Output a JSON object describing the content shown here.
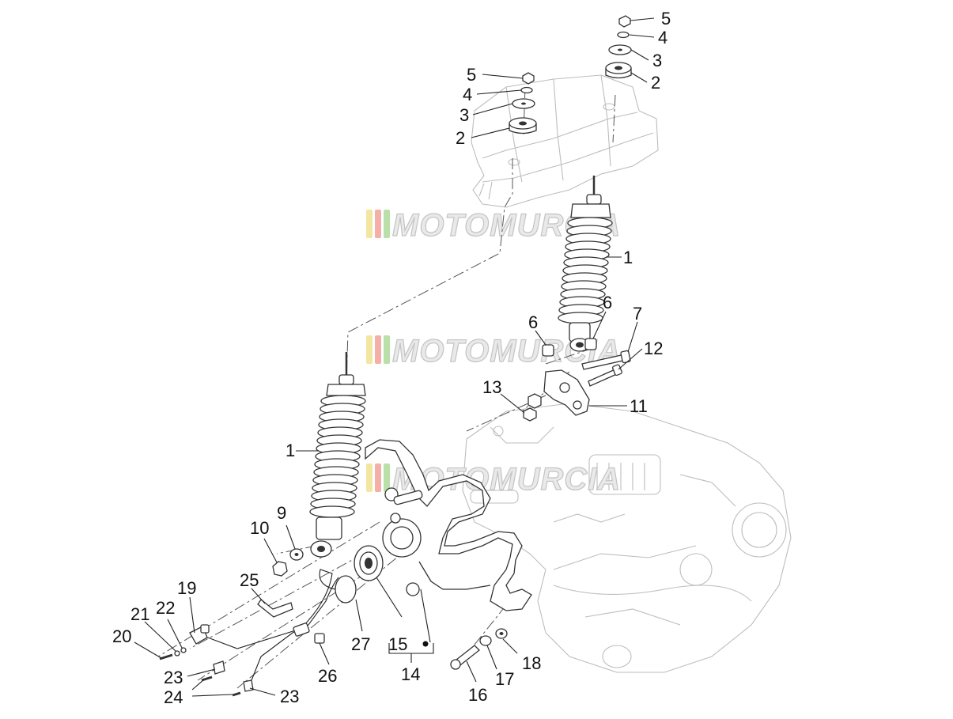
{
  "watermark": {
    "text": "MOTOMURCIA",
    "stripe_colors": [
      "#f2e6a0",
      "#f4b0a8",
      "#b9e0a8"
    ]
  },
  "callouts": [
    {
      "id": "c-5-top-right",
      "number": "5"
    },
    {
      "id": "c-4-top-right",
      "number": "4"
    },
    {
      "id": "c-3-top-right",
      "number": "3"
    },
    {
      "id": "c-2-top-right",
      "number": "2"
    },
    {
      "id": "c-5-left",
      "number": "5"
    },
    {
      "id": "c-4-left",
      "number": "4"
    },
    {
      "id": "c-3-left",
      "number": "3"
    },
    {
      "id": "c-2-left",
      "number": "2"
    },
    {
      "id": "c-1-right",
      "number": "1"
    },
    {
      "id": "c-6-right",
      "number": "6"
    },
    {
      "id": "c-6-left",
      "number": "6"
    },
    {
      "id": "c-7",
      "number": "7"
    },
    {
      "id": "c-12",
      "number": "12"
    },
    {
      "id": "c-13",
      "number": "13"
    },
    {
      "id": "c-11",
      "number": "11"
    },
    {
      "id": "c-1-left",
      "number": "1"
    },
    {
      "id": "c-9",
      "number": "9"
    },
    {
      "id": "c-10",
      "number": "10"
    },
    {
      "id": "c-19",
      "number": "19"
    },
    {
      "id": "c-21",
      "number": "21"
    },
    {
      "id": "c-22",
      "number": "22"
    },
    {
      "id": "c-25",
      "number": "25"
    },
    {
      "id": "c-20",
      "number": "20"
    },
    {
      "id": "c-27",
      "number": "27"
    },
    {
      "id": "c-15",
      "number": "15"
    },
    {
      "id": "c-14",
      "number": "14"
    },
    {
      "id": "c-18",
      "number": "18"
    },
    {
      "id": "c-17",
      "number": "17"
    },
    {
      "id": "c-16",
      "number": "16"
    },
    {
      "id": "c-23-left",
      "number": "23"
    },
    {
      "id": "c-26",
      "number": "26"
    },
    {
      "id": "c-24",
      "number": "24"
    },
    {
      "id": "c-23-right",
      "number": "23"
    }
  ]
}
